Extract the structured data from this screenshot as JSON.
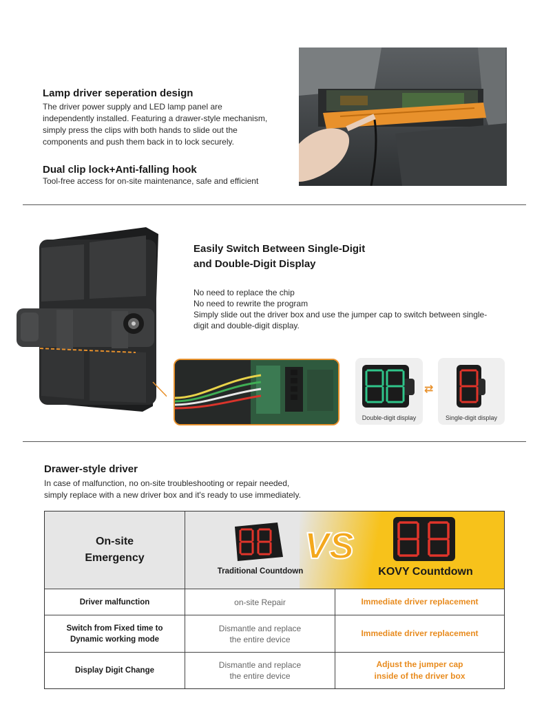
{
  "section1": {
    "title1": "Lamp driver seperation design",
    "para1": "The driver power supply and LED lamp panel are independently installed. Featuring a drawer-style mechanism, simply press the clips with both hands to slide out the components and push them back in to lock securely.",
    "para1_lines": [
      "The driver power supply and LED lamp panel are",
      "independently installed. Featuring a drawer-style mechanism,",
      "simply press the clips with both hands to slide out the",
      "components and push them back in to lock securely."
    ],
    "title2": "Dual clip lock+Anti-falling hook",
    "para2": "Tool-free access for on-site maintenance, safe and efficient"
  },
  "section2": {
    "title_line1": "Easily Switch Between Single-Digit",
    "title_line2": "and Double-Digit Display",
    "lines": [
      "No need to replace the chip",
      "No need to rewrite the program",
      "Simply slide out the driver box and use the jumper cap to switch between single-",
      "digit and double-digit display."
    ],
    "card_double_caption": "Double-digit display",
    "card_single_caption": "Single-digit display",
    "switch_icon": "swap-arrows-icon",
    "colors": {
      "accent": "#e8912c",
      "green_digit": "#2fc58a",
      "red_digit": "#e0342a"
    }
  },
  "section3": {
    "title": "Drawer-style driver",
    "para_lines": [
      "In case of malfunction, no on-site troubleshooting or repair needed,",
      "simply replace with a new driver box and it's ready to use immediately."
    ],
    "table": {
      "header_label_line1": "On-site",
      "header_label_line2": "Emergency",
      "traditional_caption": "Traditional Countdown",
      "vs_text": "VS",
      "kovy_caption": "KOVY Countdown",
      "rows": [
        {
          "label": [
            "Driver malfunction"
          ],
          "traditional": [
            "on-site Repair"
          ],
          "kovy": [
            "Immediate driver replacement"
          ]
        },
        {
          "label": [
            "Switch from Fixed time to",
            "Dynamic working mode"
          ],
          "traditional": [
            "Dismantle and replace",
            "the entire device"
          ],
          "kovy": [
            "Immediate driver replacement"
          ]
        },
        {
          "label": [
            "Display Digit Change"
          ],
          "traditional": [
            "Dismantle and replace",
            "the entire device"
          ],
          "kovy": [
            "Adjust the jumper cap",
            "inside of the driver box"
          ]
        }
      ],
      "colors": {
        "header_gray": "#e6e6e6",
        "kovy_yellow": "#f7c21b",
        "kovy_text": "#e88b1e"
      }
    }
  }
}
